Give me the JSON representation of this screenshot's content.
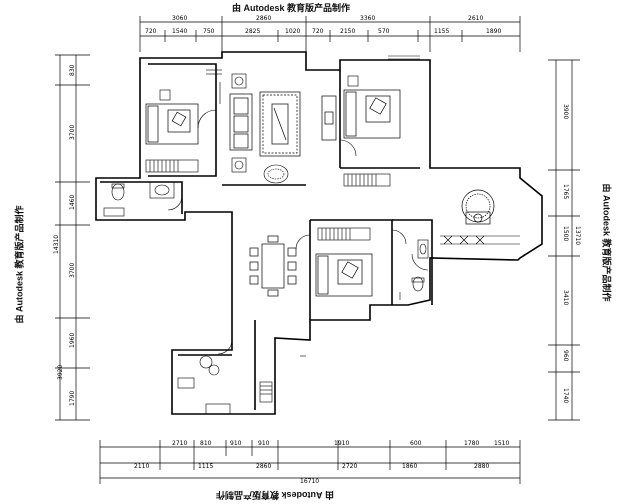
{
  "watermark": {
    "top": "由 Autodesk 教育版产品制作",
    "bottom": "由 Autodesk 教育版产品制作",
    "left": "由 Autodesk 教育版产品制作",
    "right": "由 Autodesk 教育版产品制作"
  },
  "dimensions": {
    "top_overall": [
      "3060",
      "2860",
      "3360",
      "2610"
    ],
    "top_detail": [
      "720",
      "1540",
      "750",
      "2825",
      "1020",
      "720",
      "2150",
      "570",
      "1155",
      "1890"
    ],
    "left": [
      "830",
      "3700",
      "1460",
      "3700",
      "1960",
      "3920",
      "1790"
    ],
    "left_total": "14310",
    "right": [
      "3900",
      "1765",
      "1500",
      "3410",
      "960",
      "1740"
    ],
    "right_total": "13710",
    "bottom_detail": [
      "2710",
      "810",
      "910",
      "910",
      "1910",
      "600",
      "1780",
      "1510"
    ],
    "bottom_overall": [
      "2110",
      "1115",
      "2860",
      "2720",
      "1860",
      "2880"
    ],
    "bottom_total": "16710"
  },
  "colors": {
    "line": "#000000",
    "background": "#ffffff"
  }
}
